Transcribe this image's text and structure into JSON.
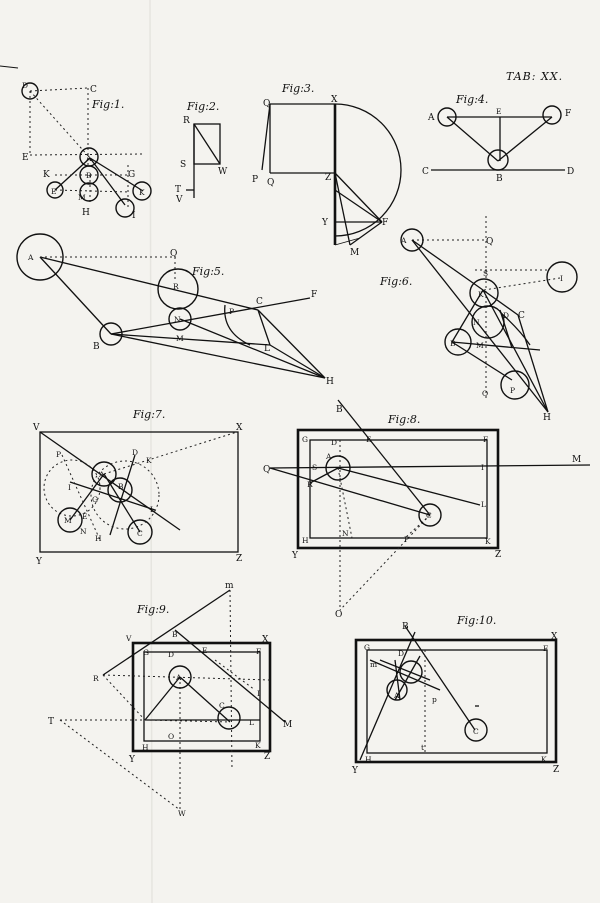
{
  "plate_title": "TAB: XX.",
  "figures": [
    {
      "id": "fig1",
      "title": "Fig:1.",
      "labels": [
        "D",
        "C",
        "E",
        "A",
        "K",
        "B",
        "G",
        "E",
        "M",
        "K",
        "H",
        "I"
      ]
    },
    {
      "id": "fig2",
      "title": "Fig:2.",
      "labels": [
        "R",
        "S",
        "W",
        "T",
        "V"
      ]
    },
    {
      "id": "fig3",
      "title": "Fig:3.",
      "labels": [
        "Q",
        "X",
        "P",
        "Q",
        "Z",
        "Y",
        "F",
        "M"
      ]
    },
    {
      "id": "fig4",
      "title": "Fig:4.",
      "labels": [
        "A",
        "E",
        "F",
        "C",
        "B",
        "D"
      ]
    },
    {
      "id": "fig5",
      "title": "Fig:5.",
      "labels": [
        "A",
        "Q",
        "R",
        "C",
        "F",
        "P",
        "N",
        "B",
        "M",
        "L",
        "H"
      ]
    },
    {
      "id": "fig6",
      "title": "Fig:6.",
      "labels": [
        "A",
        "Q",
        "S",
        "I",
        "K",
        "N",
        "D",
        "C",
        "B",
        "M",
        "O",
        "P",
        "H"
      ]
    },
    {
      "id": "fig7",
      "title": "Fig:7.",
      "labels": [
        "V",
        "X",
        "D",
        "P",
        "A",
        "K",
        "I",
        "B",
        "G",
        "L",
        "M",
        "E",
        "N",
        "H",
        "C",
        "Y",
        "Z"
      ]
    },
    {
      "id": "fig8",
      "title": "Fig:8.",
      "labels": [
        "B",
        "G",
        "D",
        "E",
        "F",
        "Q",
        "S",
        "A",
        "I",
        "M",
        "R",
        "C",
        "L",
        "H",
        "N",
        "P",
        "K",
        "Y",
        "Z",
        "O"
      ]
    },
    {
      "id": "fig9",
      "title": "Fig:9.",
      "labels": [
        "m",
        "B",
        "V",
        "G",
        "D",
        "E",
        "F",
        "X",
        "R",
        "A",
        "I",
        "C",
        "L",
        "M",
        "T",
        "H",
        "O",
        "K",
        "Y",
        "Z",
        "W"
      ]
    },
    {
      "id": "fig10",
      "title": "Fig:10.",
      "labels": [
        "B",
        "G",
        "D",
        "F",
        "X",
        "m",
        "A",
        "p",
        "C",
        "t",
        "H",
        "K",
        "Y",
        "Z"
      ]
    }
  ]
}
